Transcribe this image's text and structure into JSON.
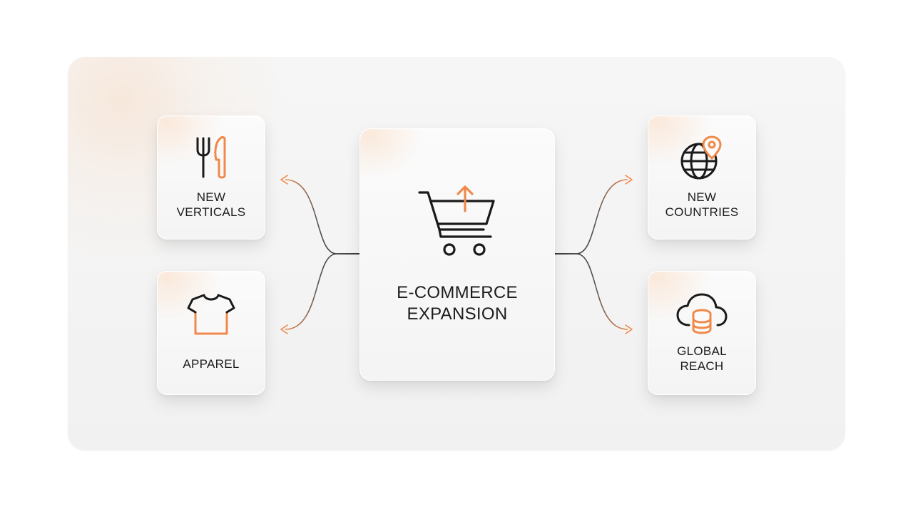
{
  "diagram": {
    "center": {
      "label": "E-COMMERCE\nEXPANSION",
      "icon": "shopping-cart-upload-icon"
    },
    "nodes": [
      {
        "id": "new-verticals",
        "label": "NEW\nVERTICALS",
        "icon": "fork-knife-icon"
      },
      {
        "id": "apparel",
        "label": "APPAREL",
        "icon": "t-shirt-icon"
      },
      {
        "id": "new-countries",
        "label": "NEW\nCOUNTRIES",
        "icon": "globe-location-pin-icon"
      },
      {
        "id": "global-reach",
        "label": "GLOBAL\nREACH",
        "icon": "cloud-database-icon"
      }
    ]
  },
  "colors": {
    "accent": "#f0894a",
    "stroke": "#1a1a1a",
    "panel": "#f3f3f3"
  }
}
